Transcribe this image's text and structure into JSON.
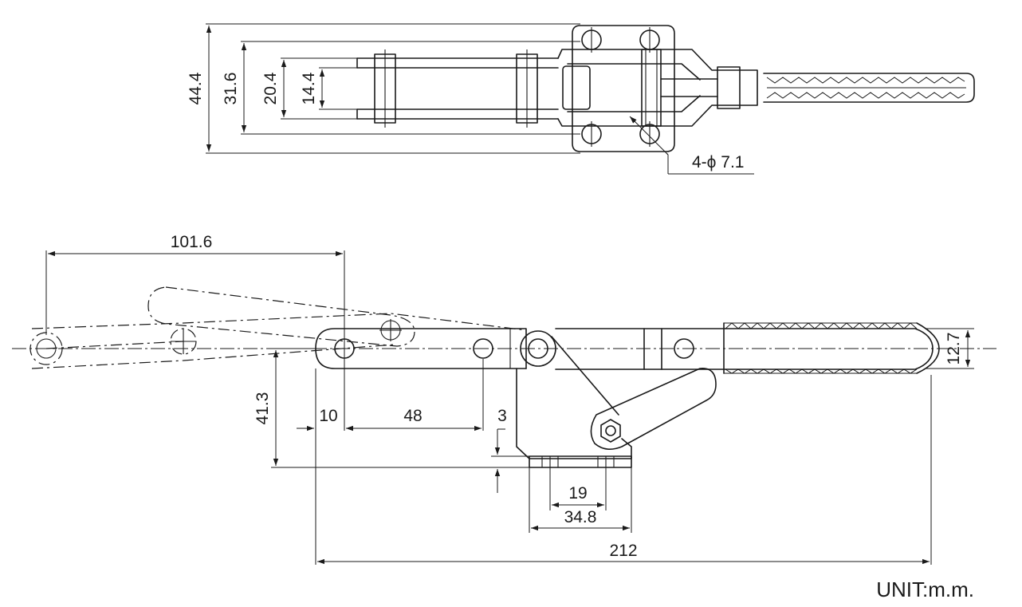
{
  "drawing": {
    "unit_label": "UNIT:m.m.",
    "top_view": {
      "dimensions": {
        "overall_width": "44.4",
        "base_width": "31.6",
        "arm_width": "20.4",
        "inner_width": "14.4",
        "holes": "4-ϕ 7.1"
      }
    },
    "side_view": {
      "dimensions": {
        "open_reach": "101.6",
        "handle_dia": "12.7",
        "height": "41.3",
        "offset_10": "10",
        "span_48": "48",
        "gap_3": "3",
        "hole_spacing": "19",
        "base_length": "34.8",
        "overall_length": "212"
      }
    }
  }
}
